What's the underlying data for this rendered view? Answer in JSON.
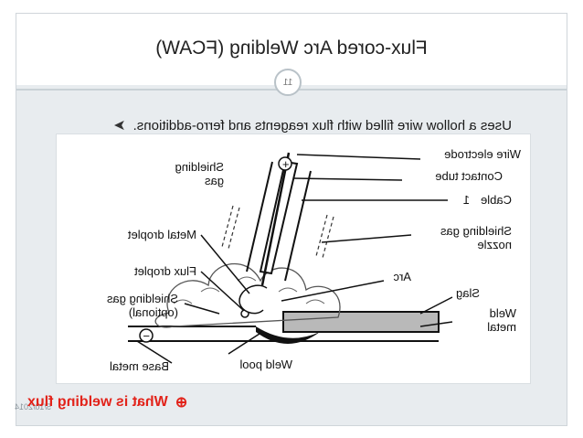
{
  "slide": {
    "title": "Flux-cored Arc Welding (FCAW)",
    "number": "11",
    "bullet_text": "Uses a hollow wire filled with flux reagents and ferro-additions.",
    "bullet_icon": "arrow-bullet-icon",
    "footer_date": "5/10/2014"
  },
  "diagram": {
    "labels": {
      "wire_electrode": "Wire electrode",
      "contact_tube": "Contact tube",
      "cable": "Cable",
      "cable_number": "1",
      "shielding_gas_top": "Shielding\ngas",
      "shielding_gas_nozzle": "Shielding gas\nnozzle",
      "arc": "Arc",
      "slag": "Slag",
      "weld_metal": "Weld\nmetal",
      "metal_droplet": "Metal droplet",
      "flux_droplet": "Flux droplet",
      "shielding_gas_optional": "Shielding gas\n(optional)",
      "weld_pool": "Weld pool",
      "base_metal": "Base metal",
      "positive": "+",
      "negative": "−"
    }
  },
  "caption": {
    "text": "What is welding flux",
    "icon": "link-circle-icon",
    "color": "#e2231a"
  }
}
